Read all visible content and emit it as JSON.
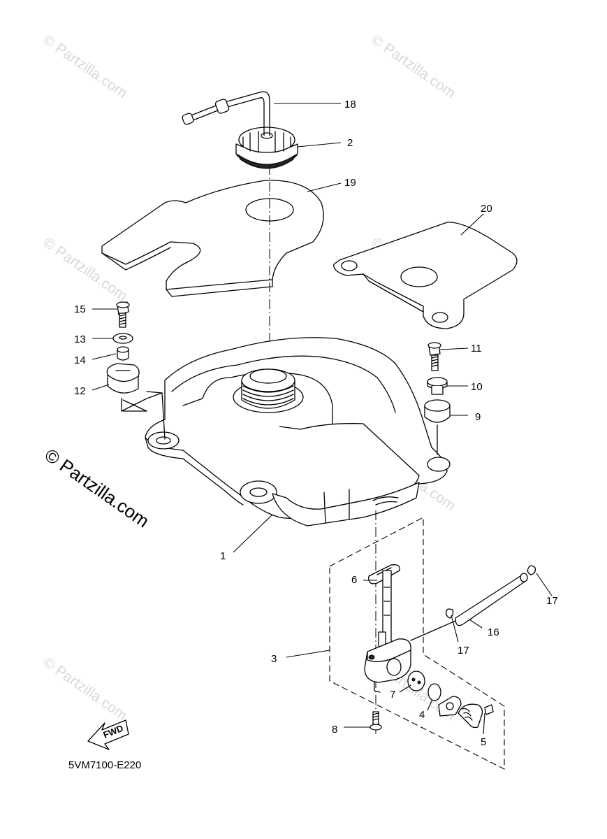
{
  "watermarks": {
    "small_text": "© Partzilla.com",
    "large_text": "© Partzilla.com"
  },
  "diagram_code": "5VM7100-E220",
  "fwd_label": "FWD",
  "callouts": {
    "c1": "1",
    "c2": "2",
    "c3": "3",
    "c4": "4",
    "c5": "5",
    "c6": "6",
    "c7": "7",
    "c8": "8",
    "c9": "9",
    "c10": "10",
    "c11": "11",
    "c12": "12",
    "c13": "13",
    "c14": "14",
    "c15": "15",
    "c16": "16",
    "c17a": "17",
    "c17b": "17",
    "c18": "18",
    "c19": "19",
    "c20": "20"
  },
  "colors": {
    "line": "#000000",
    "watermark": "#d8d8d8",
    "background": "#ffffff"
  }
}
